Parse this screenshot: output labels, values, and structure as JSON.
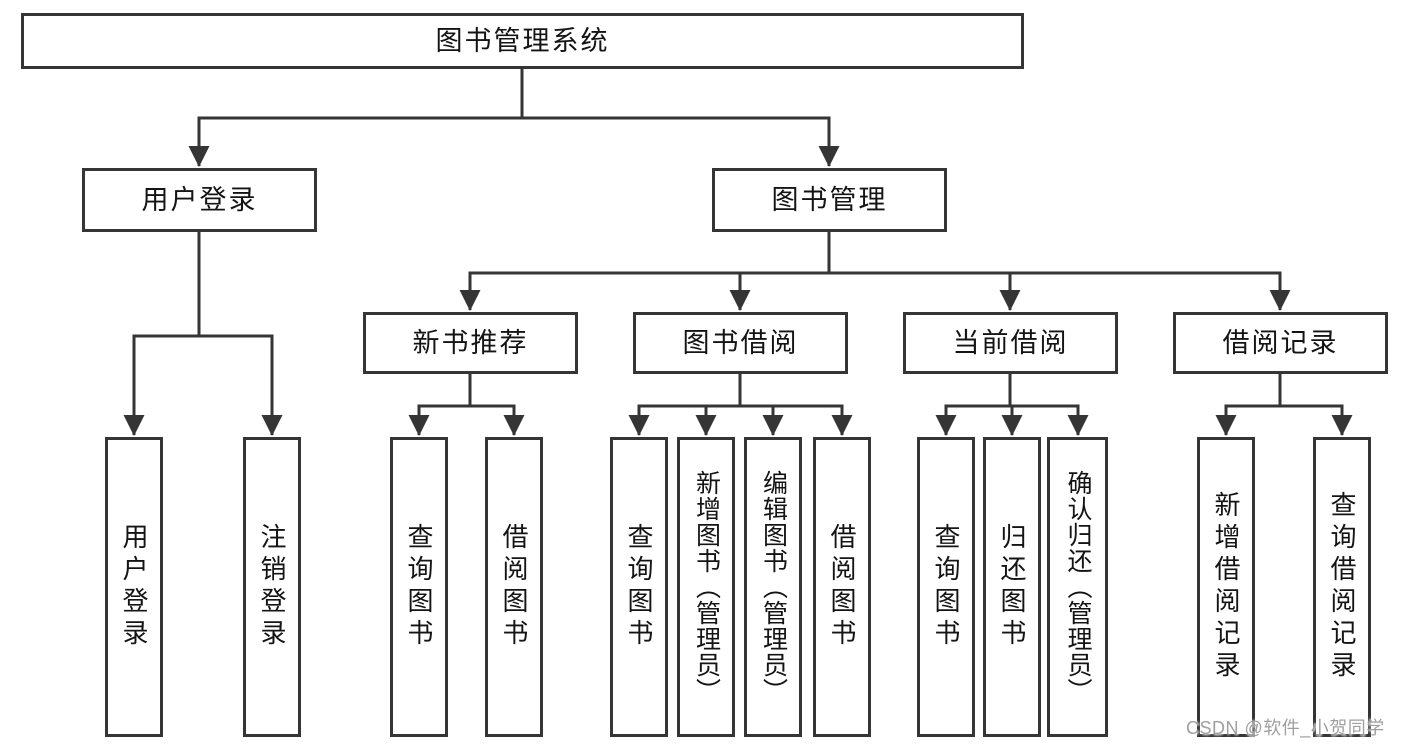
{
  "diagram": {
    "root": {
      "label": "图书管理系统"
    },
    "level2": [
      {
        "label": "用户登录"
      },
      {
        "label": "图书管理"
      }
    ],
    "level3": [
      {
        "label": "新书推荐",
        "parent": "图书管理"
      },
      {
        "label": "图书借阅",
        "parent": "图书管理"
      },
      {
        "label": "当前借阅",
        "parent": "图书管理"
      },
      {
        "label": "借阅记录",
        "parent": "图书管理"
      }
    ],
    "leaves": [
      {
        "label": "用户登录",
        "parent": "用户登录"
      },
      {
        "label": "注销登录",
        "parent": "用户登录"
      },
      {
        "label": "查询图书",
        "parent": "新书推荐"
      },
      {
        "label": "借阅图书",
        "parent": "新书推荐"
      },
      {
        "label": "查询图书",
        "parent": "图书借阅"
      },
      {
        "label": "新增图书（管理员）",
        "parent": "图书借阅"
      },
      {
        "label": "编辑图书（管理员）",
        "parent": "图书借阅"
      },
      {
        "label": "借阅图书",
        "parent": "图书借阅"
      },
      {
        "label": "查询图书",
        "parent": "当前借阅"
      },
      {
        "label": "归还图书",
        "parent": "当前借阅"
      },
      {
        "label": "确认归还（管理员）",
        "parent": "当前借阅"
      },
      {
        "label": "新增借阅记录",
        "parent": "借阅记录"
      },
      {
        "label": "查询借阅记录",
        "parent": "借阅记录"
      }
    ]
  },
  "watermark": {
    "text": "CSDN @软件_小贺同学"
  },
  "colors": {
    "line": "#353535",
    "box_border": "#353535",
    "box_background": "#ffffff",
    "text": "#141414",
    "watermark": "#9f9f9f",
    "background": "#ffffff"
  }
}
